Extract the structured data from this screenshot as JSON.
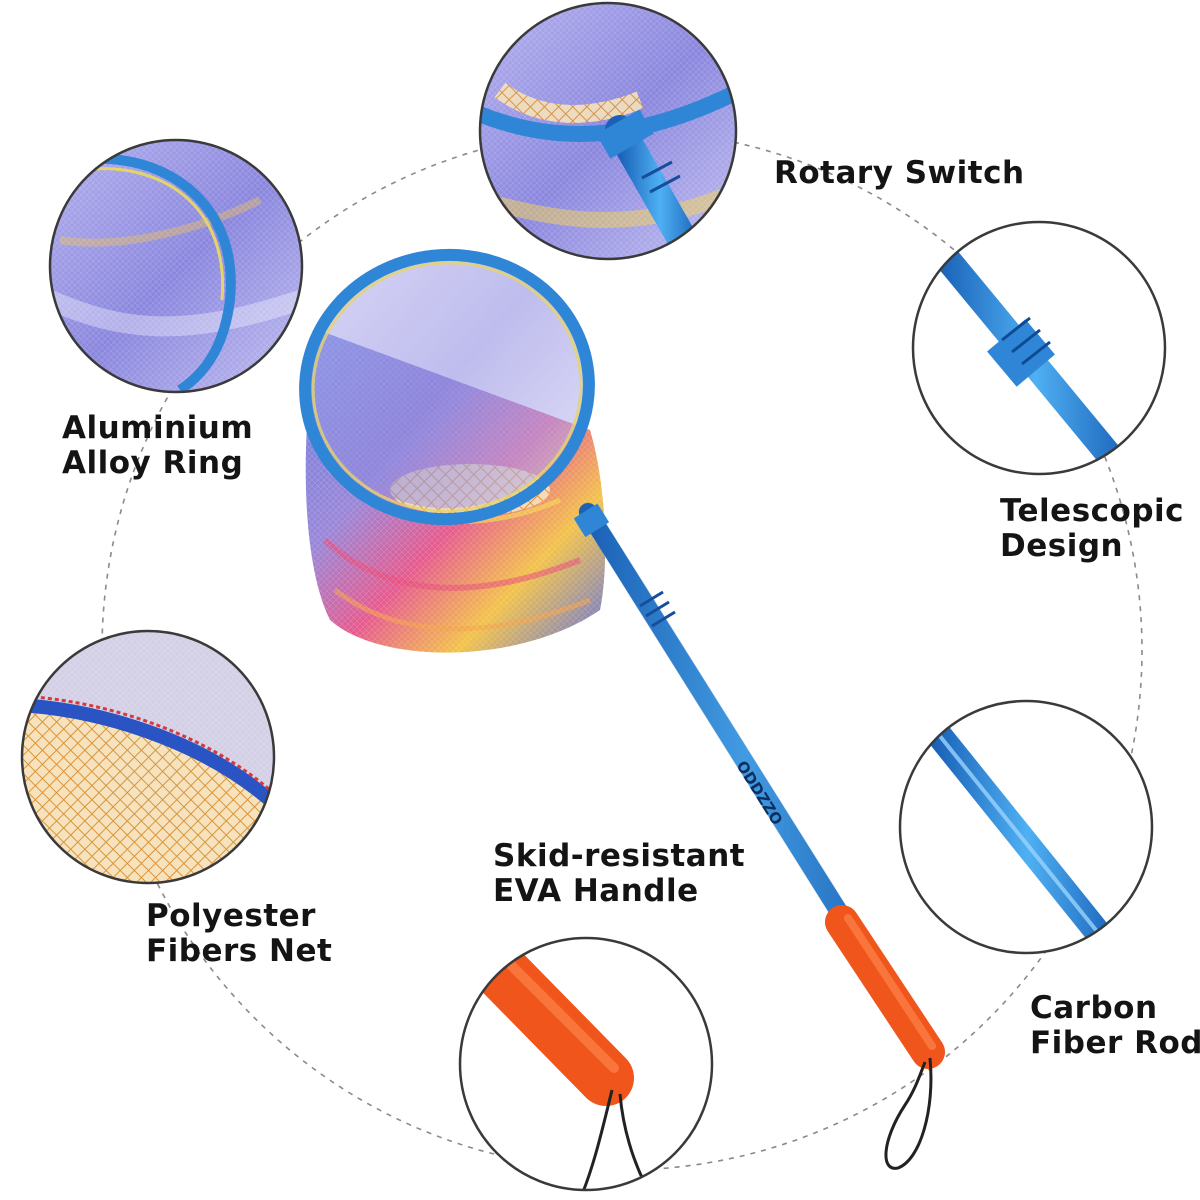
{
  "brand": {
    "shaft_text": "ODDZZO",
    "colors": {
      "frame_blue": "#2f86d6",
      "handle_orange": "#f0551c",
      "mesh_gold": "#e2a447",
      "net_violet": "#8f7fd4",
      "outline_gray": "#3a3a3a",
      "dashed_path": "#8a8a8a"
    }
  },
  "features": {
    "rotary_switch": {
      "line1": "Rotary Switch"
    },
    "aluminium_ring": {
      "line1": "Aluminium",
      "line2": "Alloy Ring"
    },
    "telescopic": {
      "line1": "Telescopic",
      "line2": "Design"
    },
    "polyester_net": {
      "line1": "Polyester",
      "line2": "Fibers Net"
    },
    "carbon_rod": {
      "line1": "Carbon",
      "line2": "Fiber Rod"
    },
    "eva_handle": {
      "line1": "Skid-resistant",
      "line2": "EVA Handle"
    }
  }
}
